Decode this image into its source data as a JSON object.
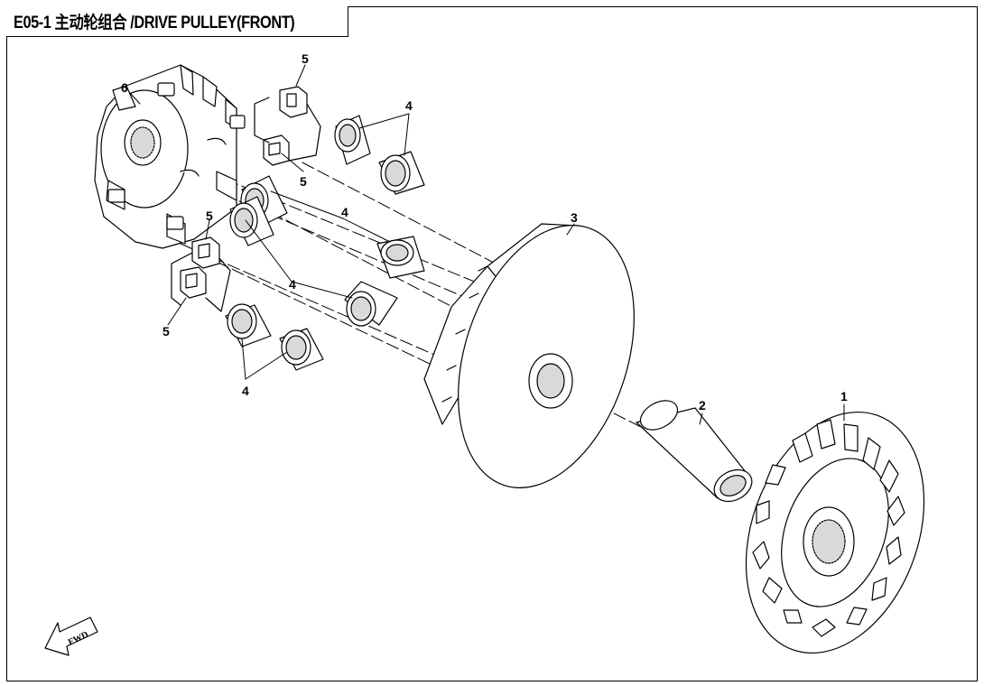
{
  "diagram": {
    "title": "E05-1 主动轮组合 /DRIVE PULLEY(FRONT)",
    "fwd_label": "FWD",
    "callouts": {
      "part1": "1",
      "part2": "2",
      "part3": "3",
      "part4_a": "4",
      "part4_b": "4",
      "part4_c": "4",
      "part4_d": "4",
      "part5_a": "5",
      "part5_b": "5",
      "part5_c": "5",
      "part5_d": "5",
      "part6": "6"
    }
  },
  "colors": {
    "line": "#000000",
    "background": "#ffffff",
    "part_fill": "#ffffff",
    "shade": "#d9d9d9"
  }
}
